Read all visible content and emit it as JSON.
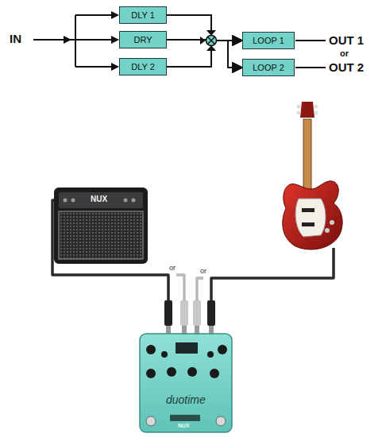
{
  "diagram": {
    "nodes": [
      {
        "text": [
          "DLY 1"
        ]
      },
      {
        "text": [
          "DRY"
        ]
      },
      {
        "text": [
          "DLY 2"
        ]
      },
      {
        "text": [
          "LOOP 1"
        ]
      },
      {
        "text": [
          "LOOP 2"
        ]
      }
    ],
    "edges": [
      {
        "from": 0,
        "to": 3,
        "arrow": "to"
      },
      {
        "from": 0,
        "to": 4,
        "arrow": "to"
      },
      {
        "from": 1,
        "to": 3,
        "arrow": "to"
      },
      {
        "from": 1,
        "to": 4,
        "arrow": "to"
      },
      {
        "from": 2,
        "to": 3,
        "arrow": "to"
      },
      {
        "from": 2,
        "to": 4,
        "arrow": "to"
      }
    ],
    "labels": [
      "IN",
      "OUT 1",
      "or",
      "OUT 2",
      "or",
      "or",
      "NUX",
      "duotime",
      "NUX"
    ]
  }
}
